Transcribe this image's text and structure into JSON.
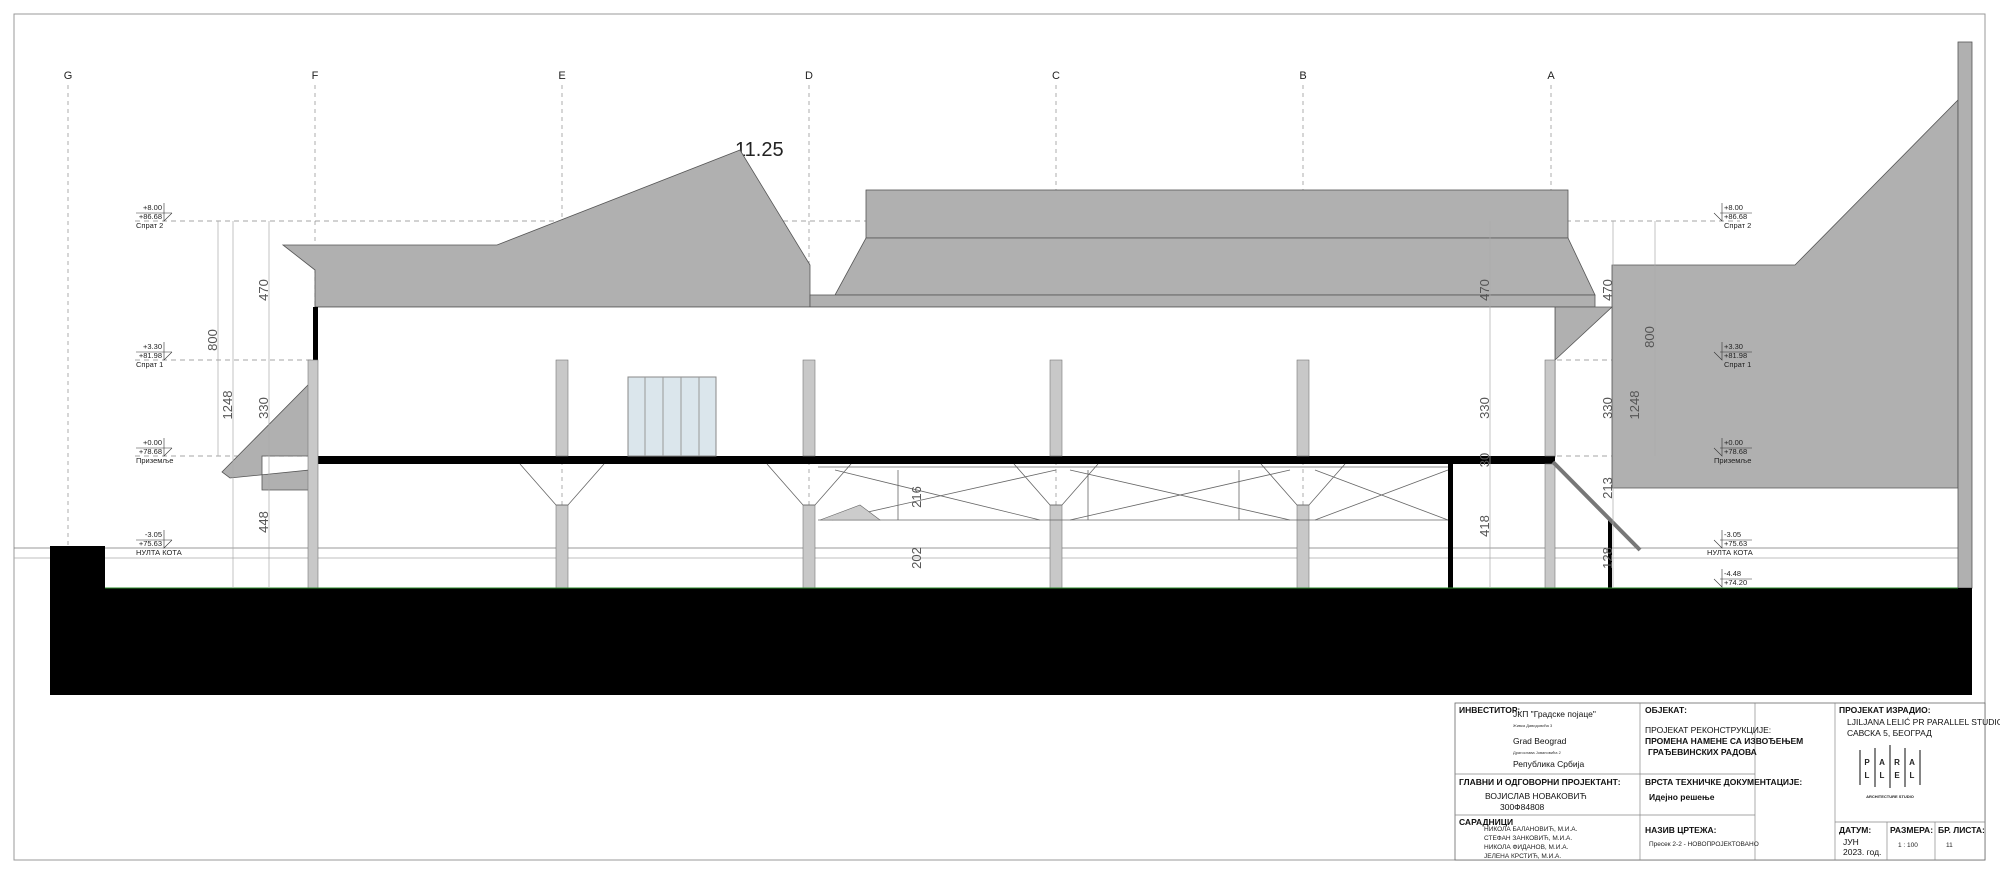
{
  "drawing": {
    "grid_axes": [
      "G",
      "F",
      "E",
      "D",
      "C",
      "B",
      "A"
    ],
    "top_annotation": "11.25",
    "levels_left": [
      {
        "rel": "+8.00",
        "abs": "+86.68",
        "name": "Спрат 2"
      },
      {
        "rel": "+3.30",
        "abs": "+81.98",
        "name": "Спрат 1"
      },
      {
        "rel": "+0.00",
        "abs": "+78.68",
        "name": "Приземље"
      },
      {
        "rel": "-3.05",
        "abs": "+75.63",
        "name": "НУЛТА КОТА"
      }
    ],
    "levels_right": [
      {
        "rel": "+8.00",
        "abs": "+86.68",
        "name": "Спрат 2"
      },
      {
        "rel": "+3.30",
        "abs": "+81.98",
        "name": "Спрат 1"
      },
      {
        "rel": "+0.00",
        "abs": "+78.68",
        "name": "Приземље"
      },
      {
        "rel": "-3.05",
        "abs": "+75.63",
        "name": "НУЛТА КОТА"
      },
      {
        "rel": "-4.48",
        "abs": "+74.20",
        "name": ""
      }
    ],
    "dimensions": [
      "800",
      "1248",
      "470",
      "330",
      "448",
      "216",
      "202",
      "470",
      "330",
      "418",
      "30",
      "470",
      "330",
      "1248",
      "800",
      "213",
      "128"
    ]
  },
  "title_block": {
    "investor_label": "ИНВЕСТИТОР:",
    "investor_lines": [
      "ЈКП \"Градске појаце\"",
      "Живка Давидовића 3",
      "Grad Beograd",
      "Драгослава Јовановића 2",
      "Република Србија"
    ],
    "object_label": "ОБЈЕКАТ:",
    "object_line1": "ПРОЈЕКАТ РЕКОНСТРУКЦИЈЕ:",
    "object_line2": "ПРОМЕНА НАМЕНЕ СА ИЗВОЂЕЊЕМ",
    "object_line3": "ГРАЂЕВИНСКИХ РАДОВА",
    "designer_label": "ГЛАВНИ И ОДГОВОРНИ ПРОЈЕКТАНТ:",
    "designer_name": "ВОЈИСЛАВ НОВАКОВИЋ",
    "designer_id": "300Ф84808",
    "doc_type_label": "ВРСТА ТЕХНИЧКЕ ДОКУМЕНТАЦИЈЕ:",
    "doc_type": "Идејно решење",
    "associates_label": "САРАДНИЦИ",
    "associates": [
      "НИКОЛА БАЛАНОВИЋ, М.И.А.",
      "СТЕФАН ЗАНКОВИЋ, М.И.А.",
      "НИКОЛА ФИДАНОВ,  М.И.А.",
      "ЈЕЛЕНА КРСТИЋ, М.И.А."
    ],
    "drawing_name_label": "НАЗИВ ЦРТЕЖА:",
    "drawing_name": "Пресек 2-2 - НОВОПРОЈЕКТОВАНО",
    "made_by_label": "ПРОЈЕКАТ ИЗРАДИО:",
    "made_by_line1": "LJILJANA LELIĆ PR PARALLEL STUDIO",
    "made_by_line2": "САВСКА 5, БЕОГРАД",
    "logo_letters": [
      "P",
      "A",
      "R",
      "A",
      "L",
      "L",
      "E",
      "L"
    ],
    "logo_sub": "ARCHITECTURE STUDIO",
    "date_label": "ДАТУМ:",
    "date_month": "ЈУН",
    "date_year": "2023. год.",
    "scale_label": "РАЗМЕРА:",
    "scale": "1 : 100",
    "sheet_label": "БР. ЛИСТА:",
    "sheet": "11"
  }
}
